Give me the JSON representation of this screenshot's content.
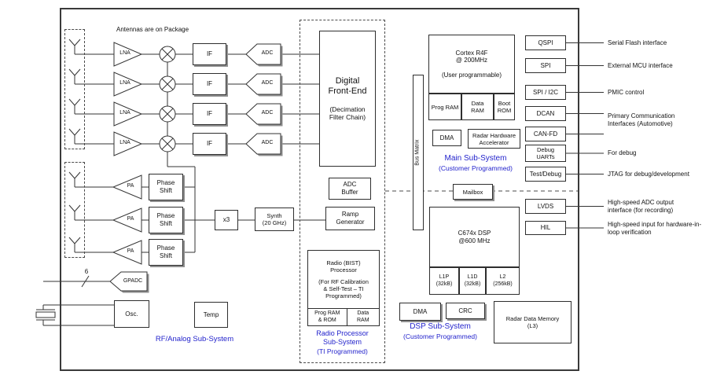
{
  "chip": {
    "rx": {
      "note": "Antennas are on Package",
      "lna": "LNA",
      "if": "IF",
      "adc": "ADC"
    },
    "tx": {
      "pa": "PA",
      "phase_shift": [
        "Phase",
        "Shift"
      ]
    },
    "lo": {
      "x3": "x3",
      "synth": [
        "Synth",
        "(20 GHz)"
      ]
    },
    "analog": {
      "bus_width": "6",
      "gpadc": "GPADC",
      "osc": "Osc.",
      "temp": "Temp",
      "subsystem": "RF/Analog Sub-System"
    },
    "dfe": {
      "title": [
        "Digital",
        "Front-End"
      ],
      "subtitle": [
        "(Decimation",
        "Filter Chain)"
      ]
    },
    "radio": {
      "adc_buffer": [
        "ADC",
        "Buffer"
      ],
      "ramp_generator": [
        "Ramp",
        "Generator"
      ],
      "bist": [
        "Radio (BIST)",
        "Processor",
        "(For RF Calibration",
        "& Self-Test – TI",
        "Programmed)"
      ],
      "prog_ram": [
        "Prog RAM",
        "& ROM"
      ],
      "data_ram": [
        "Data",
        "RAM"
      ],
      "subsystem": [
        "Radio Processor",
        "Sub-System",
        "(TI Programmed)"
      ]
    },
    "bus_matrix": "Bus Matrix",
    "mailbox": "Mailbox",
    "main_ss": {
      "cortex": [
        "Cortex R4F",
        "@ 200MHz",
        "(User programmable)"
      ],
      "prog_ram": "Prog RAM",
      "data_ram": [
        "Data",
        "RAM"
      ],
      "boot_rom": [
        "Boot",
        "ROM"
      ],
      "dma": "DMA",
      "radar_hw_accel": [
        "Radar Hardware",
        "Accelerator"
      ],
      "subsystem": [
        "Main Sub-System",
        "(Customer Programmed)"
      ]
    },
    "dsp_ss": {
      "dsp": [
        "C674x DSP",
        "@600 MHz"
      ],
      "l1p": [
        "L1P",
        "(32kB)"
      ],
      "l1d": [
        "L1D",
        "(32kB)"
      ],
      "l2": [
        "L2",
        "(256kB)"
      ],
      "dma": "DMA",
      "crc": "CRC",
      "l3": [
        "Radar Data Memory",
        "(L3)"
      ],
      "subsystem": [
        "DSP Sub-System",
        "(Customer Programmed)"
      ]
    },
    "io": {
      "qspi": "QSPI",
      "spi": "SPI",
      "spi_i2c": "SPI / I2C",
      "dcan": "DCAN",
      "canfd": "CAN-FD",
      "debug_uarts": [
        "Debug",
        "UARTs"
      ],
      "test_debug": "Test/Debug",
      "lvds": "LVDS",
      "hil": "HIL"
    },
    "external": {
      "serial_flash": "Serial Flash interface",
      "ext_mcu": "External MCU interface",
      "pmic": "PMIC control",
      "prim_comm": [
        "Primary Communication",
        "Interfaces (Automotive)"
      ],
      "for_debug": "For debug",
      "jtag": "JTAG for debug/development",
      "lvds": [
        "High-speed ADC output",
        "interface (for recording)"
      ],
      "hil": [
        "High-speed input for hardware-in-",
        "loop verification"
      ]
    },
    "colors": {
      "accent_blue": "#2323cc",
      "line": "#222222"
    }
  }
}
